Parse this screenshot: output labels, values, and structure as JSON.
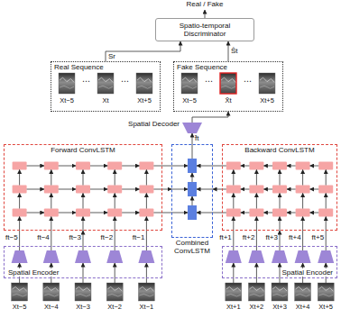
{
  "diagram": {
    "nodes": [
      {
        "text": [
          "Spatio-temporal Discriminator"
        ]
      },
      {
        "text": [
          "Real Sequence"
        ]
      },
      {
        "text": [
          "Fake Sequence"
        ]
      },
      {
        "text": [
          "Spatial Decoder"
        ]
      },
      {
        "text": [
          "Forward ConvLSTM"
        ]
      },
      {
        "text": [
          "Combined ConvLSTM"
        ]
      },
      {
        "text": [
          "Backward ConvLSTM"
        ]
      },
      {
        "text": [
          "Spatial Encoder"
        ]
      },
      {
        "text": [
          "Spatial Encoder"
        ]
      }
    ],
    "edges": [
      {
        "from": 1,
        "to": 0,
        "arrow": "to",
        "label": "Sr"
      },
      {
        "from": 2,
        "to": 0,
        "arrow": "to",
        "label": "Ŝt"
      },
      {
        "from": 3,
        "to": 2,
        "arrow": "to"
      },
      {
        "from": 5,
        "to": 3,
        "arrow": "to",
        "label": "f̂t"
      },
      {
        "from": 4,
        "to": 5,
        "arrow": "to"
      },
      {
        "from": 6,
        "to": 5,
        "arrow": "to"
      },
      {
        "from": 7,
        "to": 4,
        "arrow": "to"
      },
      {
        "from": 8,
        "to": 6,
        "arrow": "to"
      }
    ],
    "labels": [
      "Real / Fake",
      "Xt−5",
      "⋯",
      "Xt",
      "⋯",
      "Xt+5",
      "Xt−5",
      "⋯",
      "X̂t",
      "⋯",
      "Xt+5",
      "ft−5",
      "ft−4",
      "ft−3",
      "ft−2",
      "ft−1",
      "ft+1",
      "ft+2",
      "ft+3",
      "ft+4",
      "ft+5",
      "Xt−5",
      "Xt−4",
      "Xt−3",
      "Xt−2",
      "Xt−1",
      "Xt+1",
      "Xt+2",
      "Xt+3",
      "Xt+4",
      "Xt+5"
    ]
  }
}
